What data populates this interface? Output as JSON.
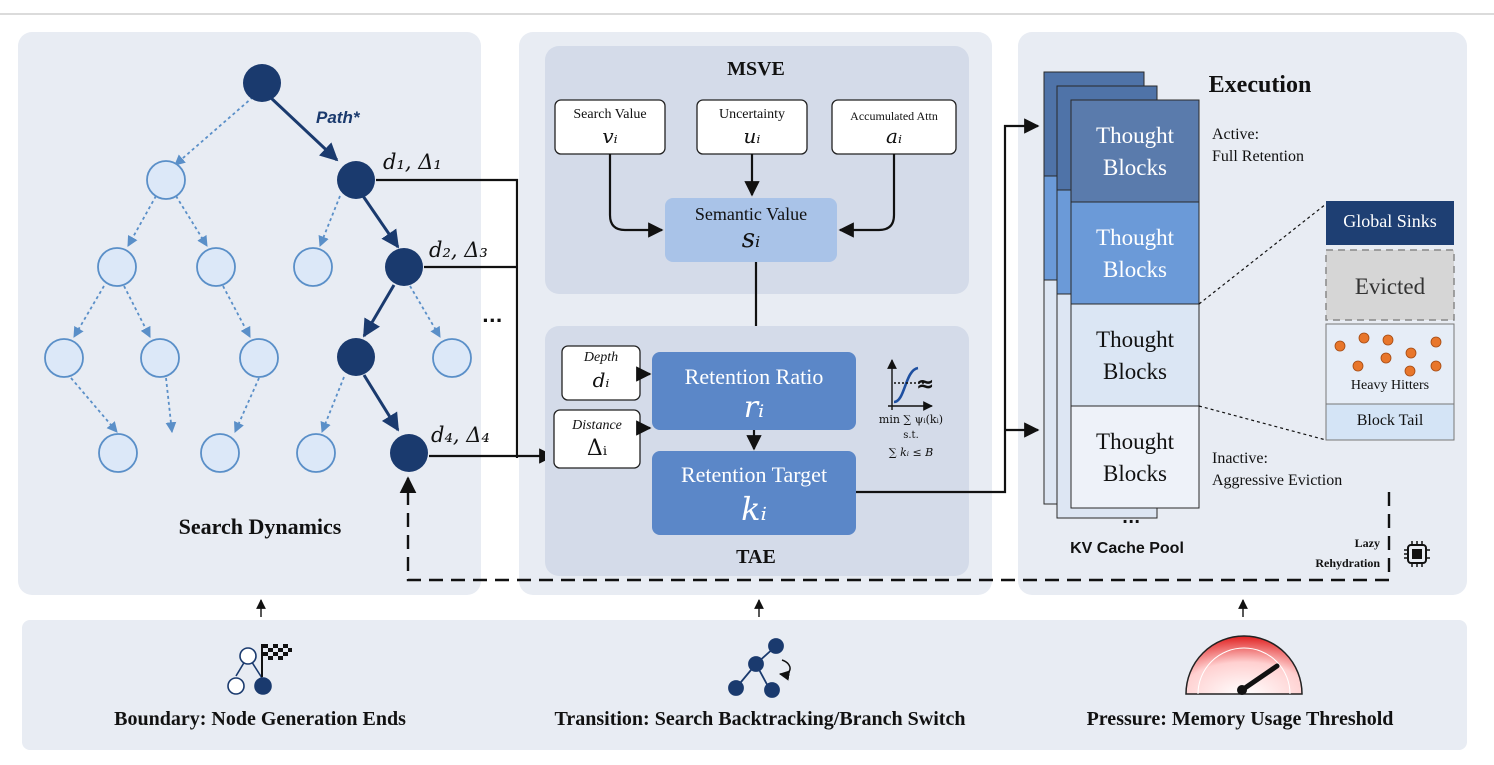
{
  "search": {
    "title": "Search Dynamics",
    "path_label": "Path*",
    "edge_labels": [
      "d₁, Δ₁",
      "d₂, Δ₃",
      "d₄, Δ₄"
    ],
    "ellipsis": "..."
  },
  "msve": {
    "title": "MSVE",
    "inputs": [
      {
        "label": "Search Value",
        "symbol": "vᵢ"
      },
      {
        "label": "Uncertainty",
        "symbol": "uᵢ"
      },
      {
        "label": "Accumulated Attn",
        "symbol": "aᵢ"
      }
    ],
    "semantic": {
      "label": "Semantic Value",
      "symbol": "sᵢ"
    }
  },
  "tae": {
    "title": "TAE",
    "depth": {
      "label": "Depth",
      "symbol": "dᵢ"
    },
    "distance": {
      "label": "Distance",
      "symbol": "Δᵢ"
    },
    "ratio": {
      "label": "Retention Ratio",
      "symbol": "rᵢ"
    },
    "target": {
      "label": "Retention Target",
      "symbol": "kᵢ"
    },
    "approx": "≈",
    "formula": [
      "min ∑ ψᵢ(kᵢ)",
      "s.t.",
      "∑ kᵢ ≤ B"
    ]
  },
  "execution": {
    "title": "Execution",
    "blocks": [
      "Thought Blocks",
      "Thought Blocks",
      "Thought Blocks",
      "Thought Blocks"
    ],
    "active_label": "Active:",
    "active_desc": "Full Retention",
    "inactive_label": "Inactive:",
    "inactive_desc": "Aggressive Eviction",
    "pool_ellipsis": "...",
    "pool_label": "KV Cache Pool",
    "lazy": "Lazy",
    "rehydration": "Rehydration",
    "detail": {
      "global_sinks": "Global Sinks",
      "evicted": "Evicted",
      "heavy_hitters": "Heavy Hitters",
      "block_tail": "Block Tail"
    }
  },
  "triggers": [
    {
      "label": "Boundary: Node Generation Ends",
      "icon": "flag-tree-icon"
    },
    {
      "label": "Transition: Search Backtracking/Branch Switch",
      "icon": "branch-switch-icon"
    },
    {
      "label": "Pressure: Memory Usage Threshold",
      "icon": "gauge-icon"
    }
  ],
  "colors": {
    "panel": "#e8ecf3",
    "inner_panel": "#d4dbe9",
    "dark_node": "#1a3a6e",
    "light_node": "#dce8f8",
    "node_border": "#5a8fc8",
    "retention_box": "#5b87c8",
    "semantic_box": "#a9c3e8",
    "block_dark": "#4f73a8",
    "block_mid": "#6b9ad8",
    "block_light": "#dbe6f4",
    "block_pale": "#eef2f9",
    "global_sinks": "#1e3f73",
    "dot": "#e8762b"
  }
}
